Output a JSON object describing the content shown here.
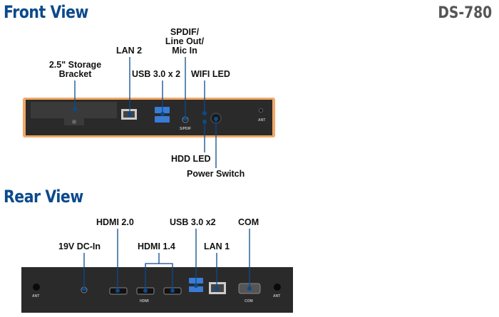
{
  "header": {
    "model": "DS-780"
  },
  "front": {
    "title": "Front View",
    "labels": {
      "storage": "2.5\" Storage Bracket",
      "lan2": "LAN 2",
      "usb": "USB 3.0 x 2",
      "spdif": "SPDIF/ Line Out/ Mic In",
      "wifi_led": "WIFI LED",
      "hdd_led": "HDD LED",
      "power": "Power Switch"
    },
    "colors": {
      "accent": "#0b4a8c",
      "chassis_trim": "#f0a868",
      "panel": "#2a2a2a"
    }
  },
  "rear": {
    "title": "Rear View",
    "labels": {
      "hdmi20": "HDMI 2.0",
      "usb": "USB 3.0 x2",
      "com": "COM",
      "dc": "19V DC-In",
      "hdmi14": "HDMI 1.4",
      "lan1": "LAN 1"
    }
  }
}
